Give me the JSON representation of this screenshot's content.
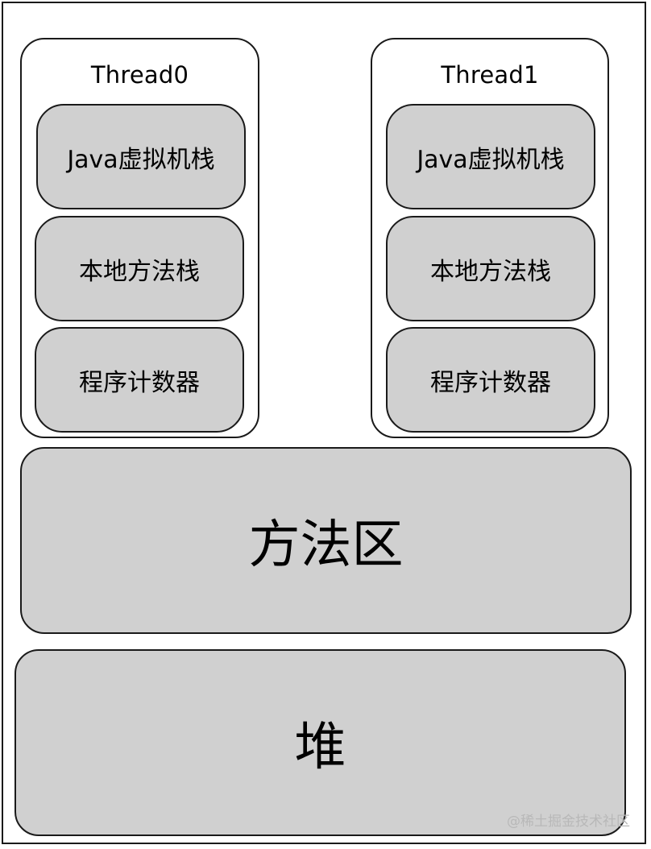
{
  "threads": [
    {
      "title": "Thread0",
      "stack_items": [
        "Java虚拟机栈",
        "本地方法栈",
        "程序计数器"
      ]
    },
    {
      "title": "Thread1",
      "stack_items": [
        "Java虚拟机栈",
        "本地方法栈",
        "程序计数器"
      ]
    }
  ],
  "shared": {
    "method_area": "方法区",
    "heap": "堆"
  },
  "watermark": "@稀土掘金技术社区",
  "colors": {
    "box_fill": "#d0d0d0",
    "border": "#1a1a1a",
    "background": "#ffffff"
  }
}
